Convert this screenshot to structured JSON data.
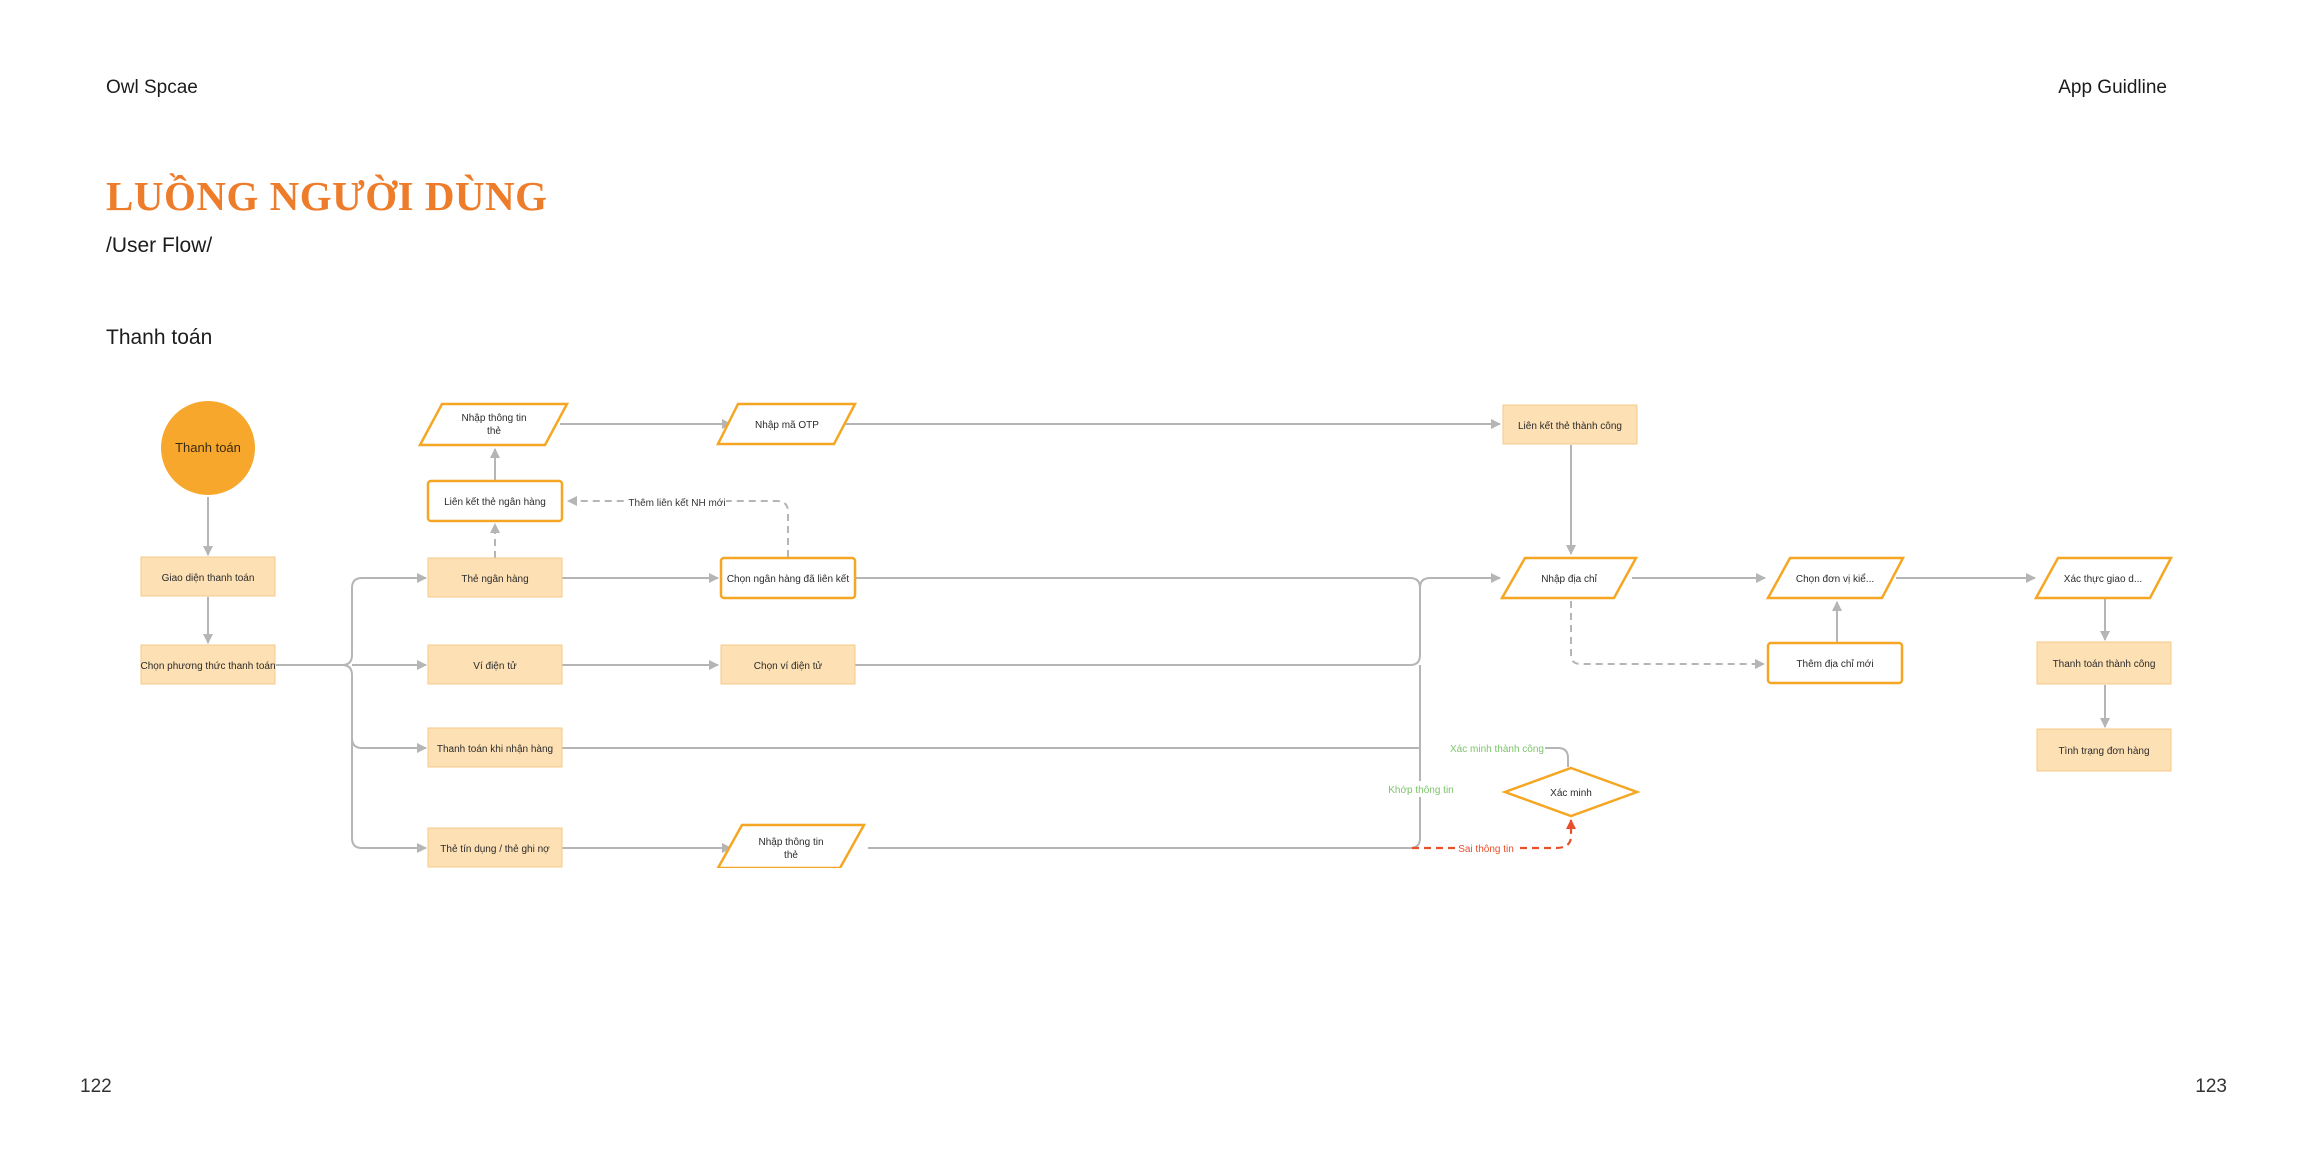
{
  "header": {
    "brand": "Owl Spcae",
    "guide": "App Guidline"
  },
  "page": {
    "title": "LUỒNG NGƯỜI DÙNG",
    "subtitle": "/User Flow/",
    "section": "Thanh toán"
  },
  "footer": {
    "left_page": "122",
    "right_page": "123"
  },
  "colors": {
    "accent": "#ee7d2b",
    "start_fill": "#f7a72b",
    "process_fill": "#fde0b4",
    "io_stroke": "#f5a623",
    "connector": "#b5b5b5",
    "success_label": "#7cc46a",
    "error": "#e8502c"
  },
  "diagram": {
    "start": "Thanh toán",
    "nodes": {
      "giao_dien": "Giao diện thanh toán",
      "chon_phuong_thuc": "Chọn phương thức thanh toán",
      "the_ngan_hang": "Thẻ ngân hàng",
      "vi_dien_tu": "Ví điện tử",
      "thanh_toan_khi_nhan": "Thanh toán khi nhận hàng",
      "the_tin_dung": "Thẻ tín dụng / thẻ ghi nợ",
      "lien_ket_the_ngan_hang": "Liên kết thẻ ngân hàng",
      "nhap_thong_tin_the_1": [
        "Nhập thông tin",
        "thẻ"
      ],
      "nhap_ma_otp": "Nhập mã OTP",
      "chon_ngan_hang": "Chọn ngân hàng đã liên kết",
      "chon_vi": "Chọn ví điện tử",
      "nhap_thong_tin_the_2": [
        "Nhập thông tin",
        "thẻ"
      ],
      "lien_ket_thanh_cong": "Liên kết thẻ thành công",
      "nhap_dia_chi": "Nhập địa chỉ",
      "xac_minh": "Xác minh",
      "chon_don_vi": "Chọn đơn vị kiể...",
      "them_dia_chi": "Thêm địa chỉ mới",
      "xac_thuc": "Xác thực giao d...",
      "thanh_toan_thanh_cong": "Thanh toán thành công",
      "tinh_trang": "Tình trạng đơn hàng"
    },
    "edge_labels": {
      "them_lien_ket": "Thêm liên kết NH mới",
      "xac_minh_thanh_cong": "Xác minh thành công",
      "khop_thong_tin": "Khớp thông tin",
      "sai_thong_tin": "Sai thông tin"
    }
  }
}
